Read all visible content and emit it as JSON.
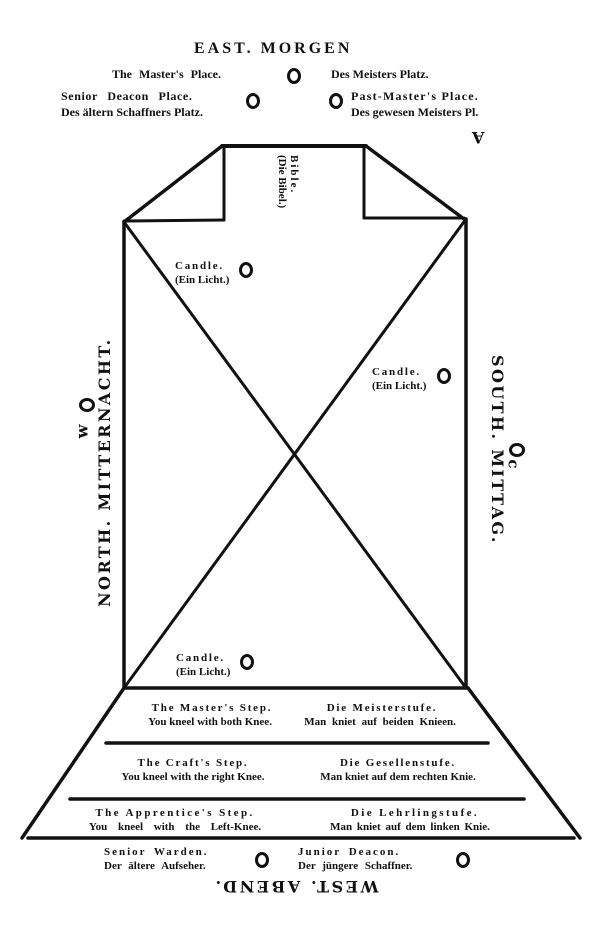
{
  "east": {
    "heading": "EAST. MORGEN",
    "master_place_en": "The Master's Place.",
    "master_place_de": "Des Meisters Platz.",
    "senior_deacon_en": "Senior Deacon Place.",
    "senior_deacon_de": "Des ältern Schaffners Platz.",
    "past_master_en": "Past-Master's Place.",
    "past_master_de": "Des gewesen Meisters Pl.",
    "mark_glyph": "A"
  },
  "bible": {
    "label": "Bible.",
    "label_de": "(Die Bibel.)"
  },
  "candles": [
    {
      "label": "Candle.",
      "label_de": "(Ein Licht.)"
    },
    {
      "label": "Candle.",
      "label_de": "(Ein Licht.)"
    },
    {
      "label": "Candle.",
      "label_de": "(Ein Licht.)"
    }
  ],
  "north": {
    "heading": "NORTH. MITTERNACHT.",
    "mark_glyph": "w"
  },
  "south": {
    "heading": "SOUTH. MITTAG.",
    "mark_glyph": "c"
  },
  "steps": [
    {
      "title_en": "The Master's Step.",
      "title_de": "Die Meisterstufe.",
      "desc_en": "You kneel with both Knee.",
      "desc_de": "Man kniet auf beiden Knieen."
    },
    {
      "title_en": "The Craft's Step.",
      "title_de": "Die Gesellenstufe.",
      "desc_en": "You kneel with the right Knee.",
      "desc_de": "Man kniet auf dem rechten Knie."
    },
    {
      "title_en": "The Apprentice's Step.",
      "title_de": "Die Lehrlingstufe.",
      "desc_en": "You kneel with the Left-Knee.",
      "desc_de": "Man kniet auf dem linken Knie."
    }
  ],
  "west": {
    "heading": "WEST. ABEND.",
    "senior_warden_en": "Senior Warden.",
    "senior_warden_de": "Der ältere Aufseher.",
    "junior_deacon_en": "Junior Deacon.",
    "junior_deacon_de": "Der jüngere Schaffner."
  },
  "colors": {
    "ink": "#111111",
    "paper": "#ffffff"
  }
}
